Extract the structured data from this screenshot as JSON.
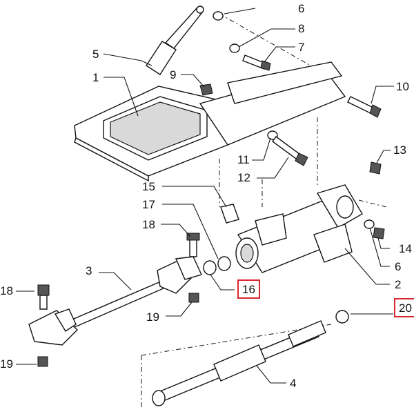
{
  "callouts": {
    "c1": "1",
    "c2": "2",
    "c3": "3",
    "c4": "4",
    "c5": "5",
    "c6a": "6",
    "c6b": "6",
    "c7": "7",
    "c8": "8",
    "c9": "9",
    "c10": "10",
    "c11": "11",
    "c12": "12",
    "c13": "13",
    "c14": "14",
    "c15": "15",
    "c16": "16",
    "c17": "17",
    "c18a": "18",
    "c18b": "18",
    "c19a": "19",
    "c19b": "19",
    "c20": "20"
  },
  "highlight_color": "#d8262e"
}
